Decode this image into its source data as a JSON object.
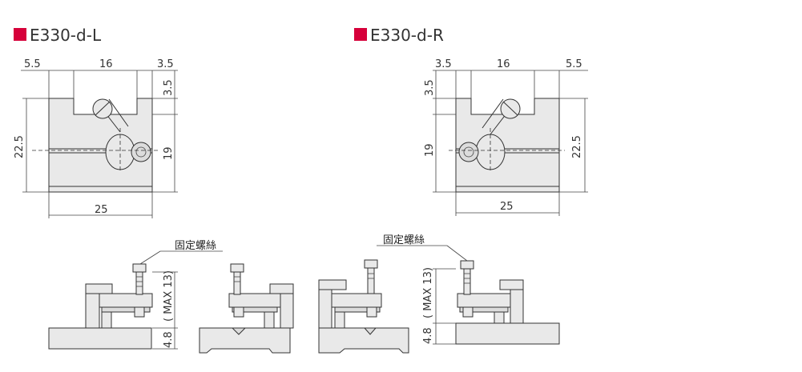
{
  "left": {
    "title": "E330-d-L",
    "dims": {
      "top_a": "5.5",
      "top_b": "16",
      "top_c": "3.5",
      "right_top": "3.5",
      "left_height": "22.5",
      "right_height": "19",
      "bottom": "25"
    }
  },
  "right": {
    "title": "E330-d-R",
    "dims": {
      "top_a": "3.5",
      "top_b": "16",
      "top_c": "5.5",
      "left_top": "3.5",
      "left_height": "19",
      "right_height": "22.5",
      "bottom": "25"
    }
  },
  "side_views": {
    "screw_label_left": "固定螺絲",
    "screw_label_right": "固定螺絲",
    "max_left": "( MAX 13)",
    "max_right": "( MAX 13)",
    "base_left": "4.8",
    "base_right": "4.8"
  },
  "colors": {
    "marker": "#d6003a"
  }
}
